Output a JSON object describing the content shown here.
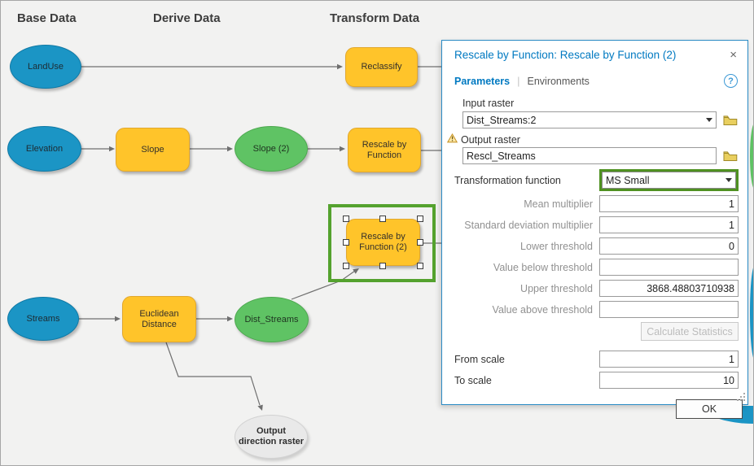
{
  "diagram": {
    "headers": [
      {
        "label": "Base Data"
      },
      {
        "label": "Derive Data"
      },
      {
        "label": "Transform Data"
      }
    ],
    "nodes": {
      "landuse": {
        "label": "LandUse",
        "type": "input-data"
      },
      "reclassify": {
        "label": "Reclassify",
        "type": "tool"
      },
      "elevation": {
        "label": "Elevation",
        "type": "input-data"
      },
      "slope": {
        "label": "Slope",
        "type": "tool"
      },
      "slope2": {
        "label": "Slope (2)",
        "type": "derived-data"
      },
      "rescale1": {
        "label": "Rescale by Function",
        "type": "tool"
      },
      "rescale2": {
        "label": "Rescale by Function (2)",
        "type": "tool",
        "selected": true
      },
      "streams": {
        "label": "Streams",
        "type": "input-data"
      },
      "euclidean": {
        "label": "Euclidean Distance",
        "type": "tool"
      },
      "dist_streams": {
        "label": "Dist_Streams",
        "type": "derived-data"
      },
      "output_direction": {
        "label": "Output direction raster",
        "type": "output-data"
      }
    }
  },
  "dialog": {
    "title": "Rescale by Function: Rescale by Function (2)",
    "close_label": "×",
    "help_label": "?",
    "tabs": [
      {
        "label": "Parameters",
        "active": true
      },
      {
        "label": "Environments",
        "active": false
      }
    ],
    "fields": {
      "input_raster": {
        "label": "Input raster",
        "value": "Dist_Streams:2"
      },
      "output_raster": {
        "label": "Output raster",
        "value": "Rescl_Streams",
        "warning": true
      },
      "transformation_function": {
        "label": "Transformation function",
        "value": "MS Small",
        "highlighted": true
      },
      "mean_multiplier": {
        "label": "Mean multiplier",
        "value": "1"
      },
      "std_dev_multiplier": {
        "label": "Standard deviation multiplier",
        "value": "1"
      },
      "lower_threshold": {
        "label": "Lower threshold",
        "value": "0"
      },
      "value_below_threshold": {
        "label": "Value below threshold",
        "value": ""
      },
      "upper_threshold": {
        "label": "Upper threshold",
        "value": "3868.48803710938"
      },
      "value_above_threshold": {
        "label": "Value above threshold",
        "value": ""
      },
      "from_scale": {
        "label": "From scale",
        "value": "1"
      },
      "to_scale": {
        "label": "To scale",
        "value": "10"
      }
    },
    "buttons": {
      "calculate_statistics": "Calculate Statistics",
      "ok": "OK"
    },
    "icons": {
      "folder": "folder-browse-icon",
      "warning": "warning-triangle-icon"
    }
  },
  "colors": {
    "accent_blue": "#0079c1",
    "input_oval_blue": "#1b95c5",
    "tool_yellow": "#ffc42a",
    "derived_green": "#5fc364",
    "output_gray": "#e9e9e9",
    "selection_green": "#54a22e",
    "highlight_green": "#4f9121",
    "canvas_bg": "#f2f2f1"
  }
}
